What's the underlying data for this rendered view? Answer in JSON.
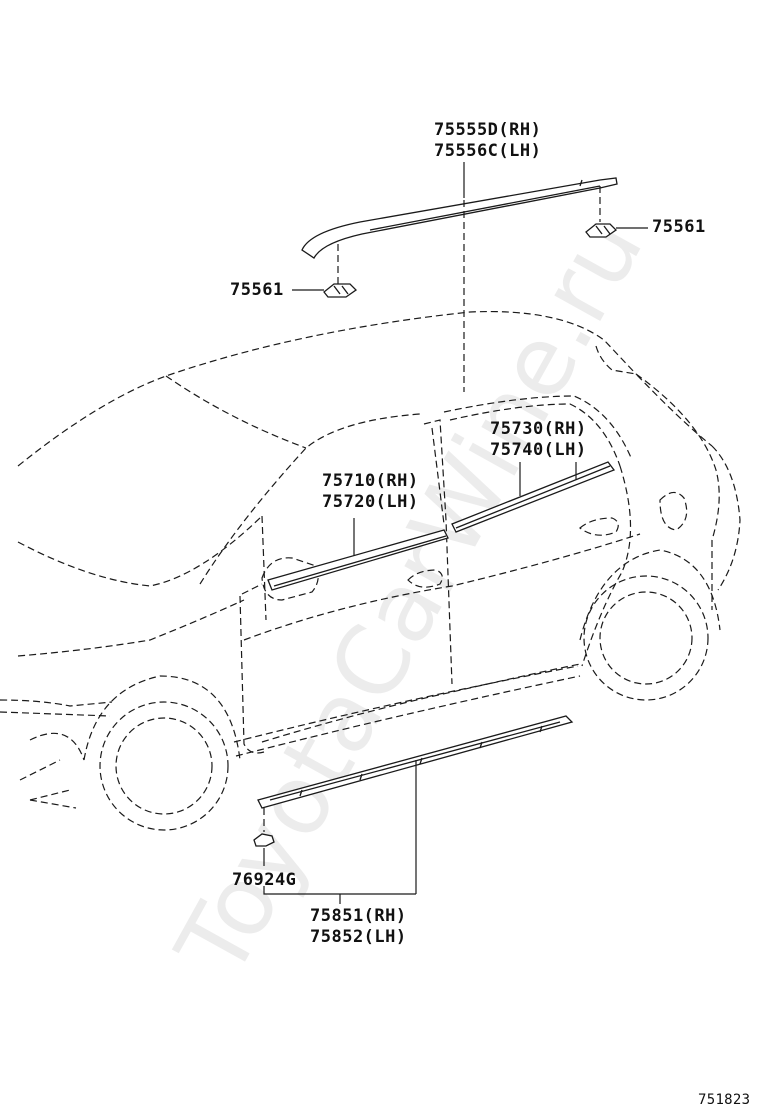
{
  "watermark": "ToyotaCarWine.ru",
  "diagram_id": "751823",
  "callouts": {
    "roof_rh": "75555D(RH)",
    "roof_lh": "75556C(LH)",
    "clip_right": "75561",
    "clip_left": "75561",
    "rear_door_rh": "75730(RH)",
    "rear_door_lh": "75740(LH)",
    "front_door_rh": "75710(RH)",
    "front_door_lh": "75720(LH)",
    "rocker_clip": "76924G",
    "rocker_rh": "75851(RH)",
    "rocker_lh": "75852(LH)"
  }
}
